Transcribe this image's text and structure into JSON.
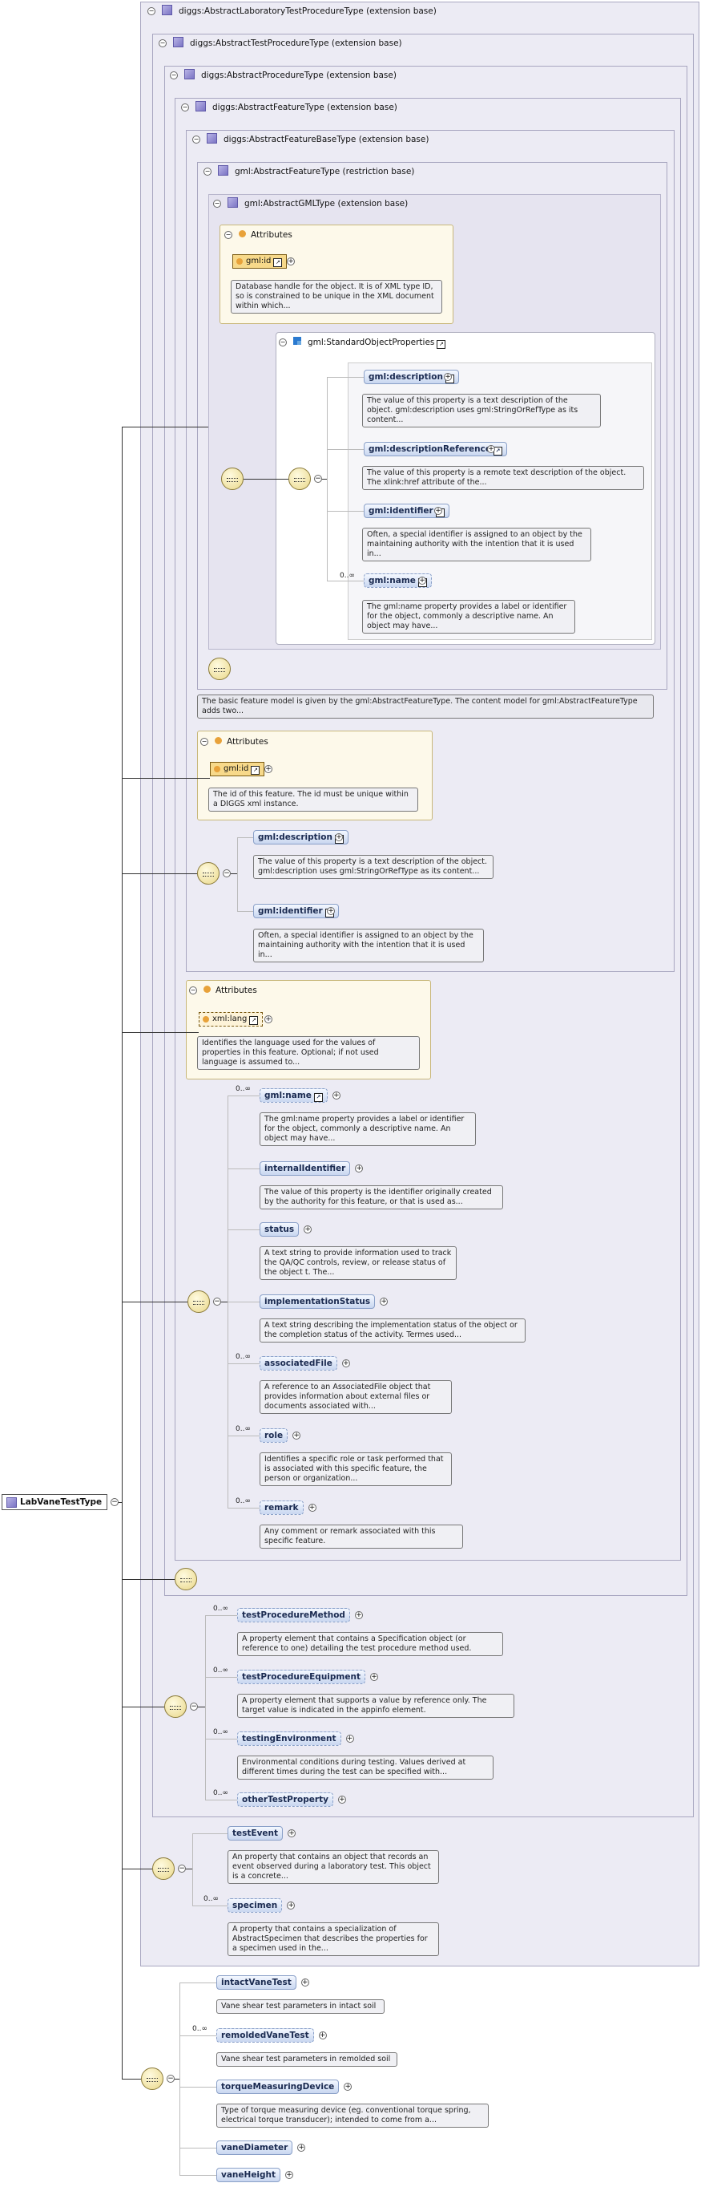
{
  "titles": {
    "t0": "diggs:AbstractLaboratoryTestProcedureType (extension base)",
    "t1": "diggs:AbstractTestProcedureType (extension base)",
    "t2": "diggs:AbstractProcedureType (extension base)",
    "t3": "diggs:AbstractFeatureType (extension base)",
    "t4": "diggs:AbstractFeatureBaseType (extension base)",
    "t5": "gml:AbstractFeatureType (restriction base)",
    "t6": "gml:AbstractGMLType (extension base)"
  },
  "attributes_label": "Attributes",
  "gml_attr": {
    "name": "gml:id",
    "doc": "Database handle for the object. It is of XML type ID, so is constrained to be unique in the XML document within which..."
  },
  "sop": {
    "title": "gml:StandardObjectProperties",
    "items": [
      {
        "name": "gml:description",
        "doc": "The value of this property is a text description of the object. gml:description uses gml:StringOrRefType as its content..."
      },
      {
        "name": "gml:descriptionReference",
        "doc": "The value of this property is a remote text description of the object. The xlink:href attribute of the..."
      },
      {
        "name": "gml:identifier",
        "doc": "Often, a special identifier is assigned to an object by the maintaining authority with the intention that it is used in..."
      },
      {
        "name": "gml:name",
        "mult": "0..∞",
        "doc": "The gml:name property provides a label or identifier for the object, commonly a descriptive name. An object may have..."
      }
    ]
  },
  "feature_doc": "The basic feature model is given by the gml:AbstractFeatureType. The content model for gml:AbstractFeatureType adds two...",
  "fb_attr": {
    "name": "gml:id",
    "doc": "The id of this feature. The id must be unique within a DIGGS xml instance."
  },
  "fb_items": [
    {
      "name": "gml:description",
      "doc": "The value of this property is a text description of the object. gml:description uses gml:StringOrRefType as its content..."
    },
    {
      "name": "gml:identifier",
      "doc": "Often, a special identifier is assigned to an object by the maintaining authority with the intention that it is used in..."
    }
  ],
  "lang_attr": {
    "name": "xml:lang",
    "doc": "Identifies the language used for the values of properties in this feature. Optional; if not used language is assumed to..."
  },
  "feat_items": [
    {
      "name": "gml:name",
      "mult": "0..∞",
      "doc": "The gml:name property provides a label or identifier for the object, commonly a descriptive name. An object may have..."
    },
    {
      "name": "internalIdentifier",
      "mult": "",
      "doc": "The value of this property is the identifier originally created by the authority for this feature, or that is used as..."
    },
    {
      "name": "status",
      "mult": "",
      "doc": "A text string to provide information used to track the QA/QC controls, review, or release status of the object t. The..."
    },
    {
      "name": "implementationStatus",
      "mult": "",
      "doc": "A text string describing the implementation status of the object or the completion status of the activity. Termes used..."
    },
    {
      "name": "associatedFile",
      "mult": "0..∞",
      "doc": "A reference to an AssociatedFile object that provides information about external files or documents associated with..."
    },
    {
      "name": "role",
      "mult": "0..∞",
      "doc": "Identifies a specific role or task performed that is associated with this specific feature, the person or organization..."
    },
    {
      "name": "remark",
      "mult": "0..∞",
      "doc": "Any comment or remark associated with this specific feature."
    }
  ],
  "test_items": [
    {
      "name": "testProcedureMethod",
      "mult": "0..∞",
      "doc": "A property element that contains a Specification object (or reference to one) detailing the test procedure method used."
    },
    {
      "name": "testProcedureEquipment",
      "mult": "0..∞",
      "doc": "A property element that supports a value by reference only. The target value is indicated in the appinfo element."
    },
    {
      "name": "testingEnvironment",
      "mult": "0..∞",
      "doc": "Environmental conditions during testing. Values derived at different times during the test can be specified with..."
    },
    {
      "name": "otherTestProperty",
      "mult": "0..∞",
      "doc": ""
    }
  ],
  "lab_items": [
    {
      "name": "testEvent",
      "mult": "",
      "doc": "An property that contains an object that records an event observed during a laboratory test. This object is a concrete..."
    },
    {
      "name": "specimen",
      "mult": "0..∞",
      "doc": "A property that contains a specialization of AbstractSpecimen that describes the properties for a specimen used in the..."
    }
  ],
  "vane_items": [
    {
      "name": "intactVaneTest",
      "mult": "",
      "doc": "Vane shear test parameters in intact soil"
    },
    {
      "name": "remoldedVaneTest",
      "mult": "0..∞",
      "doc": "Vane shear test parameters in remolded soil"
    },
    {
      "name": "torqueMeasuringDevice",
      "mult": "",
      "doc": "Type of torque measuring device (eg. conventional torque spring, electrical torque transducer); intended to come from a..."
    },
    {
      "name": "vaneDiameter",
      "mult": "",
      "doc": ""
    },
    {
      "name": "vaneHeight",
      "mult": "",
      "doc": ""
    }
  ],
  "root_label": "LabVaneTestType",
  "colors": {
    "ext_bg": "#ecebf4",
    "attr_bg": "#fdf9ea",
    "element_grad": "#c8d6f0"
  }
}
